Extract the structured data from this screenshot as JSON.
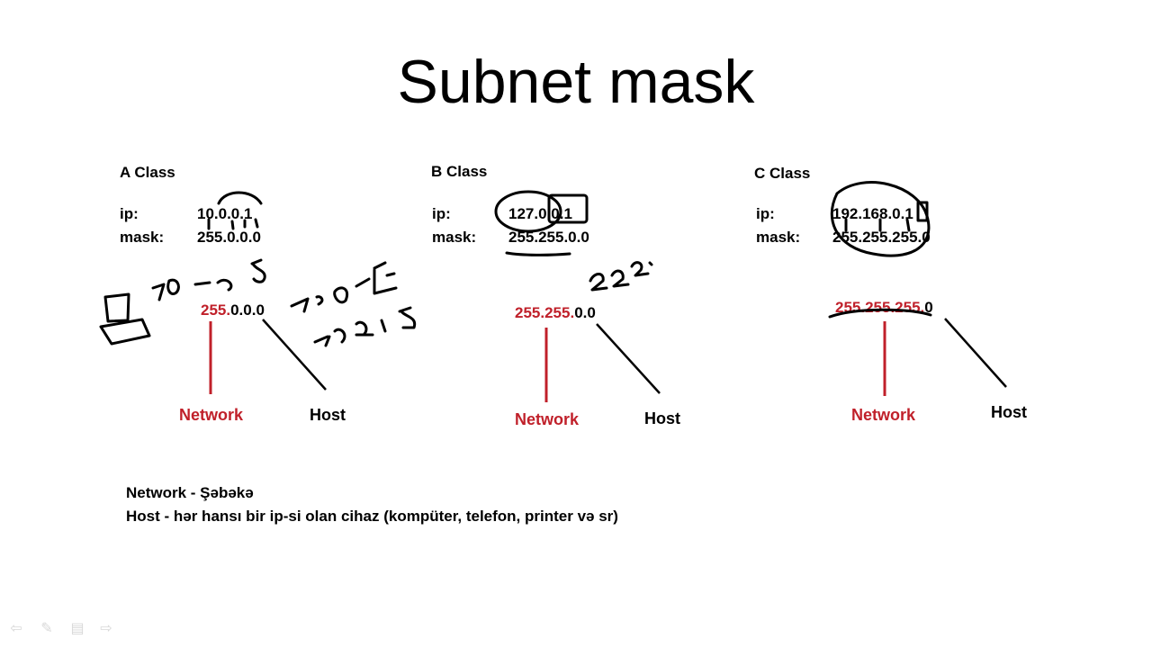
{
  "title": "Subnet mask",
  "classes": [
    {
      "name": "A Class",
      "ip_label": "ip:",
      "ip": "10.0.0.1",
      "mask_label": "mask:",
      "mask": "255.0.0.0",
      "network_part": "255.",
      "host_part": "0.0.0",
      "network_label": "Network",
      "host_label": "Host"
    },
    {
      "name": "B Class",
      "ip_label": "ip:",
      "ip": "127.0.0.1",
      "mask_label": "mask:",
      "mask": "255.255.0.0",
      "network_part": "255.255.",
      "host_part": "0.0",
      "network_label": "Network",
      "host_label": "Host"
    },
    {
      "name": "C Class",
      "ip_label": "ip:",
      "ip": "192.168.0.1",
      "mask_label": "mask:",
      "mask": "255.255.255.0",
      "network_part": "255.255.255.",
      "host_part": "0",
      "network_label": "Network",
      "host_label": "Host"
    }
  ],
  "definitions": [
    "Network - Şəbəkə",
    "Host - hər hansı bir ip-si olan cihaz (kompüter, telefon, printer və sr)"
  ],
  "colors": {
    "network": "#c0202a",
    "text": "#000000",
    "background": "#ffffff"
  },
  "nav_icons": [
    "arrow-left-icon",
    "pen-icon",
    "menu-icon",
    "arrow-right-icon"
  ]
}
